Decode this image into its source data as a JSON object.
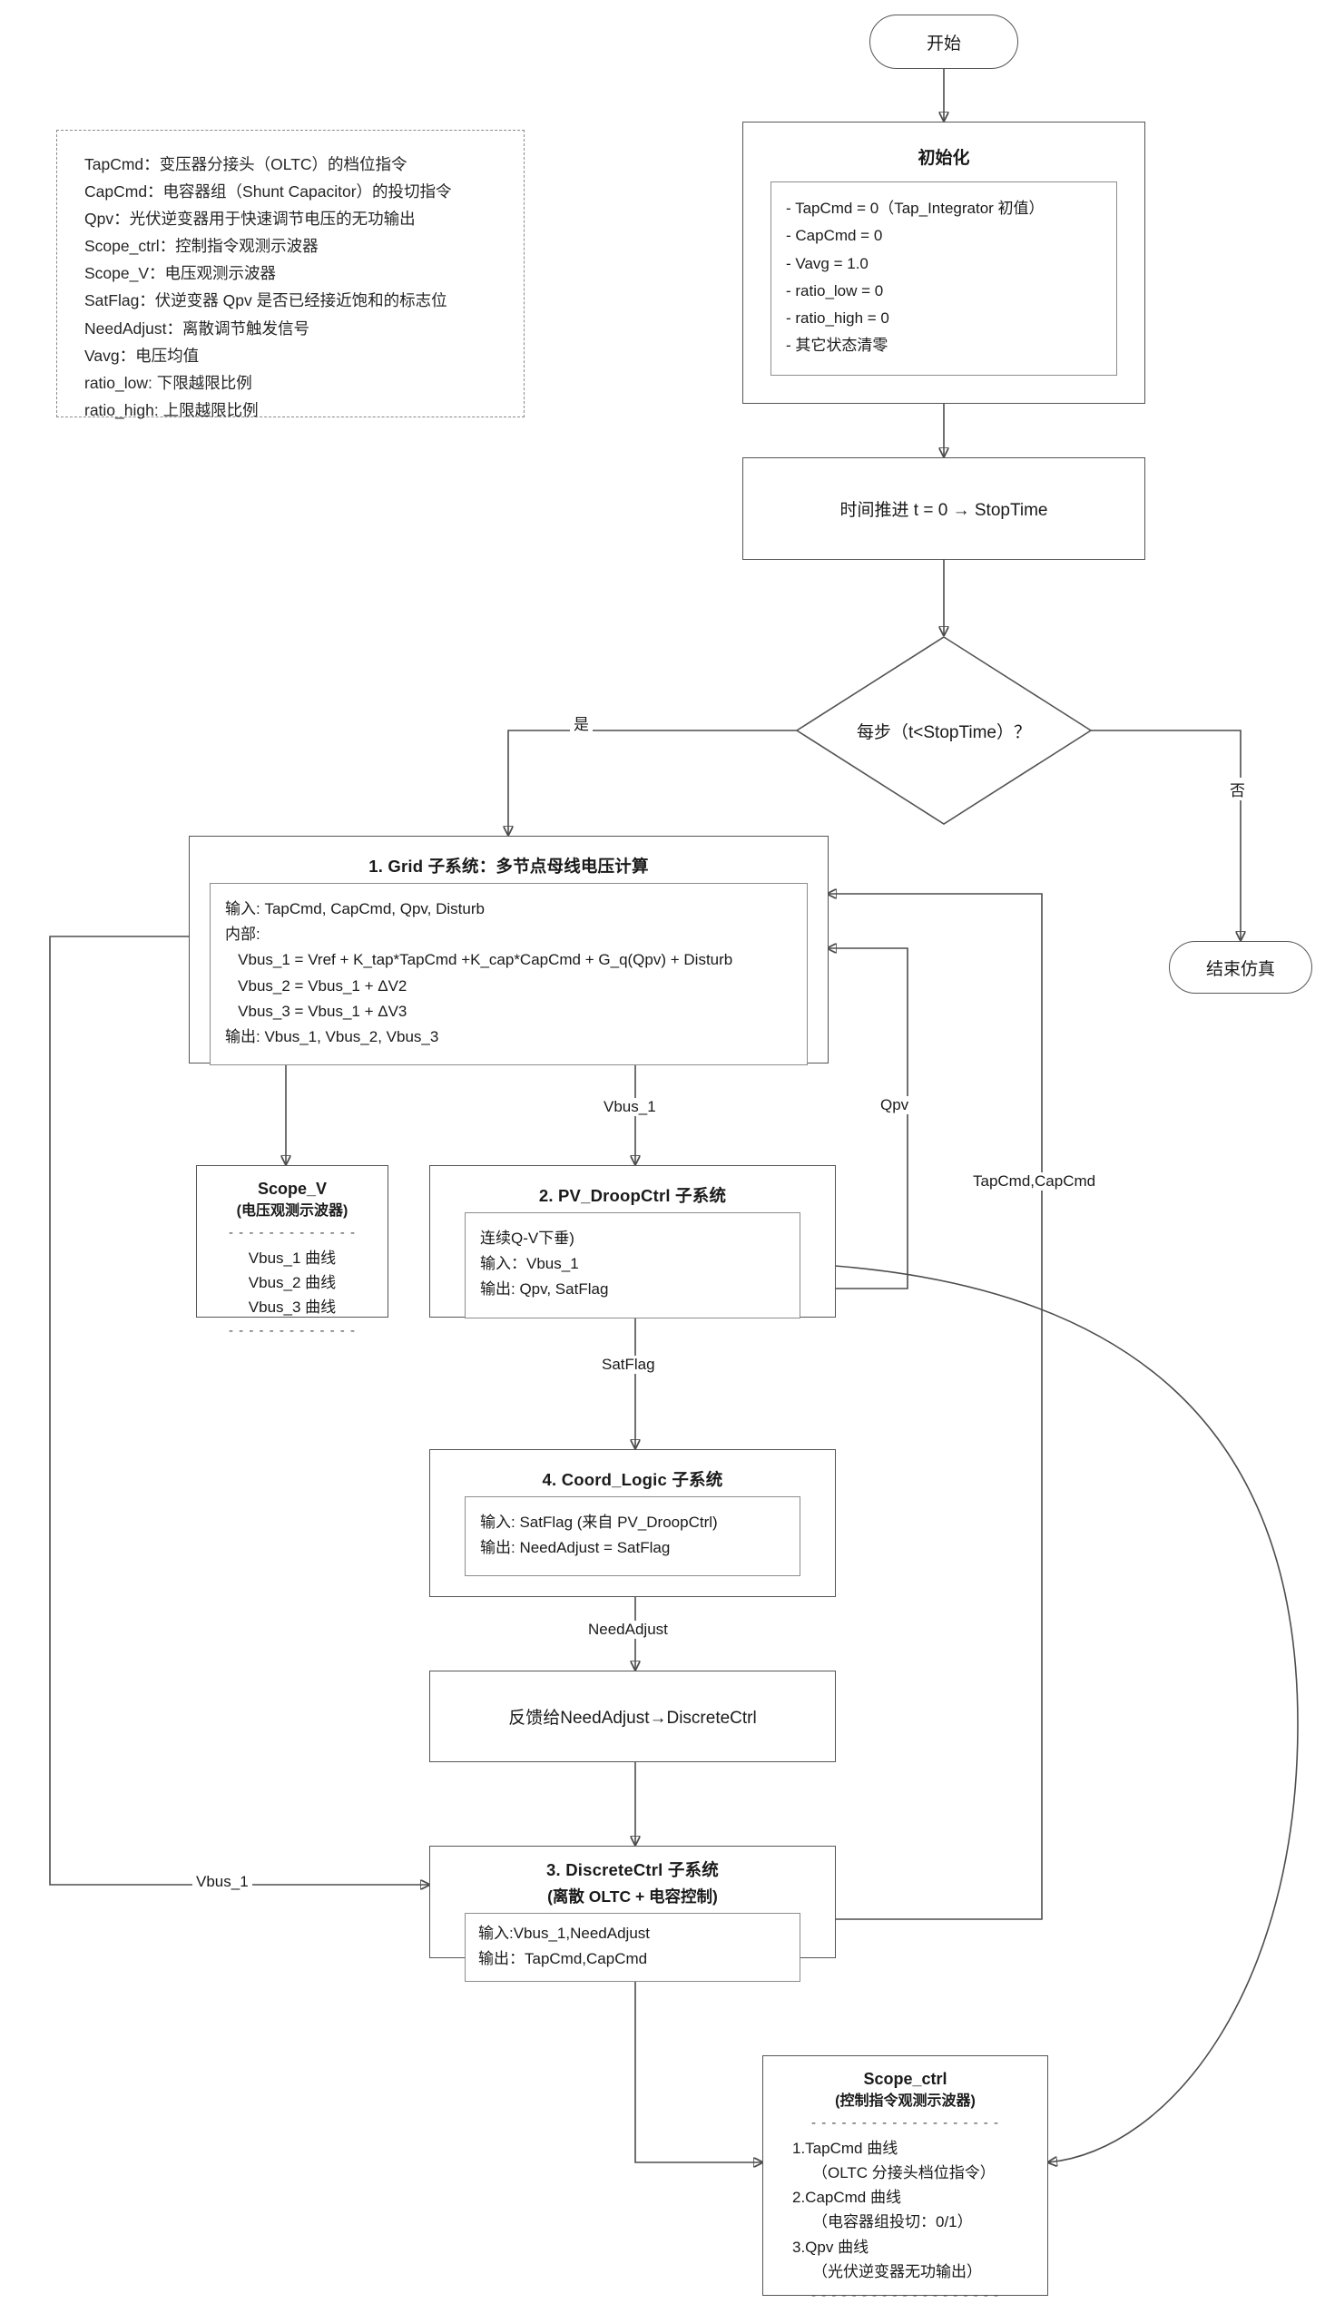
{
  "legend": {
    "lines": [
      "TapCmd：变压器分接头（OLTC）的档位指令",
      "CapCmd：电容器组（Shunt Capacitor）的投切指令",
      "Qpv：光伏逆变器用于快速调节电压的无功输出",
      "Scope_ctrl：控制指令观测示波器",
      "Scope_V：电压观测示波器",
      "SatFlag：伏逆变器 Qpv 是否已经接近饱和的标志位",
      "NeedAdjust：离散调节触发信号",
      "Vavg：电压均值",
      "ratio_low: 下限越限比例",
      "ratio_high: 上限越限比例"
    ]
  },
  "start_node": {
    "label": "开始"
  },
  "init_node": {
    "title": "初始化",
    "lines": [
      "- TapCmd = 0（Tap_Integrator 初值）",
      "- CapCmd = 0",
      "- Vavg = 1.0",
      "- ratio_low = 0",
      "- ratio_high = 0",
      "- 其它状态清零"
    ]
  },
  "time_node": {
    "label": "时间推进 t = 0 → StopTime"
  },
  "decision_node": {
    "label": "每步（t<StopTime）？"
  },
  "end_node": {
    "label": "结束仿真"
  },
  "grid_subsystem": {
    "title": "1. Grid 子系统：多节点母线电压计算",
    "lines": [
      "输入: TapCmd, CapCmd, Qpv, Disturb",
      "内部:",
      "   Vbus_1 = Vref + K_tap*TapCmd +K_cap*CapCmd + G_q(Qpv) + Disturb",
      "   Vbus_2 = Vbus_1 + ΔV2",
      "   Vbus_3 = Vbus_1 + ΔV3",
      "输出: Vbus_1, Vbus_2, Vbus_3"
    ]
  },
  "scope_v": {
    "title": "Scope_V",
    "subtitle": "(电压观测示波器)",
    "rule": "- - - - - - - - - - - - -",
    "items": [
      "Vbus_1 曲线",
      "Vbus_2 曲线",
      "Vbus_3 曲线"
    ]
  },
  "pv_droop": {
    "title": "2. PV_DroopCtrl 子系统",
    "lines": [
      "连续Q-V下垂)",
      "输入：Vbus_1",
      "输出: Qpv, SatFlag"
    ]
  },
  "coord_logic": {
    "title": "4. Coord_Logic 子系统",
    "lines": [
      "输入: SatFlag (来自 PV_DroopCtrl)",
      "输出: NeedAdjust = SatFlag"
    ]
  },
  "feedback_node": {
    "label": "反馈给NeedAdjust→DiscreteCtrl"
  },
  "discrete_ctrl": {
    "title": "3. DiscreteCtrl 子系统",
    "subtitle": "(离散 OLTC + 电容控制)",
    "lines": [
      "输入:Vbus_1,NeedAdjust",
      "输出：TapCmd,CapCmd"
    ]
  },
  "scope_ctrl": {
    "title": "Scope_ctrl",
    "subtitle": "(控制指令观测示波器)",
    "rule": "- - - - - - - - - - - - - - - - - - -",
    "items": [
      {
        "main": "1.TapCmd 曲线",
        "note": "（OLTC 分接头档位指令）"
      },
      {
        "main": "2.CapCmd 曲线",
        "note": "（电容器组投切：0/1）"
      },
      {
        "main": "3.Qpv 曲线",
        "note": "（光伏逆变器无功输出）"
      }
    ]
  },
  "edge_labels": {
    "yes": "是",
    "no": "否",
    "vbus1_to_pv": "Vbus_1",
    "qpv": "Qpv",
    "tapcmd_capcmd": "TapCmd,CapCmd",
    "satflag": "SatFlag",
    "needadjust": "NeedAdjust",
    "vbus1_feedback": "Vbus_1"
  },
  "colors": {
    "stroke": "#555555",
    "wire": "#4d4d4d",
    "text": "#1a1a1a",
    "dashed": "#8a8a8a"
  }
}
